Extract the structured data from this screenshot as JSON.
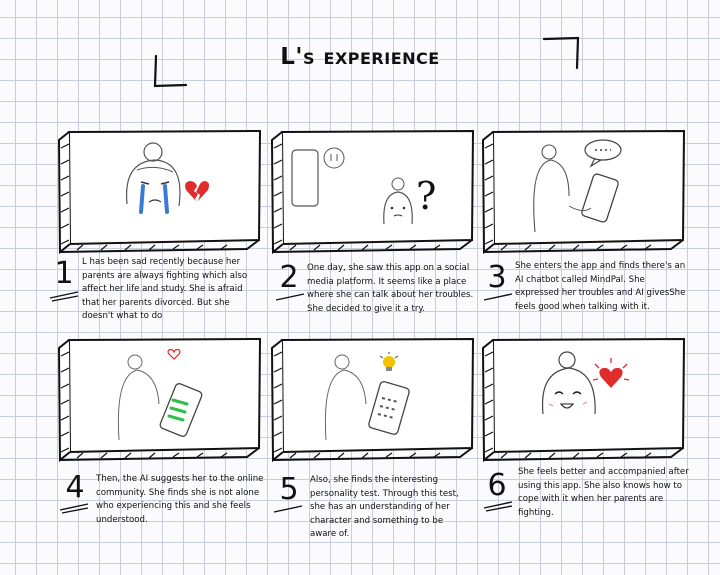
{
  "title": "L's experience",
  "panels": [
    {
      "number": "1",
      "caption": "L has been sad recently because her parents are always fighting which also affect her life and study. She is afraid that her parents divorced. But she doesn't what to do"
    },
    {
      "number": "2",
      "caption": "One day, she saw this app on a social media platform. It seems like a place where she can talk about her troubles. She decided to give it a try."
    },
    {
      "number": "3",
      "caption": "She enters the app and finds there's an AI chatbot called MindPal. She expressed her troubles and AI givesShe feels good when talking with it."
    },
    {
      "number": "4",
      "caption": "Then, the AI suggests her to the online community. She finds she is not alone who experiencing this and she feels understood."
    },
    {
      "number": "5",
      "caption": "Also, she finds the interesting personality test. Through this test, she has an understanding of her character and something to be aware of."
    },
    {
      "number": "6",
      "caption": "She feels better and accompanied after using this app. She also knows how to cope with it when her parents are fighting."
    }
  ],
  "colors": {
    "grid": "#c9cde0",
    "ink": "#111111",
    "heart": "#e02c2c",
    "bulb": "#f2c200",
    "chat": "#2fbf4a"
  }
}
